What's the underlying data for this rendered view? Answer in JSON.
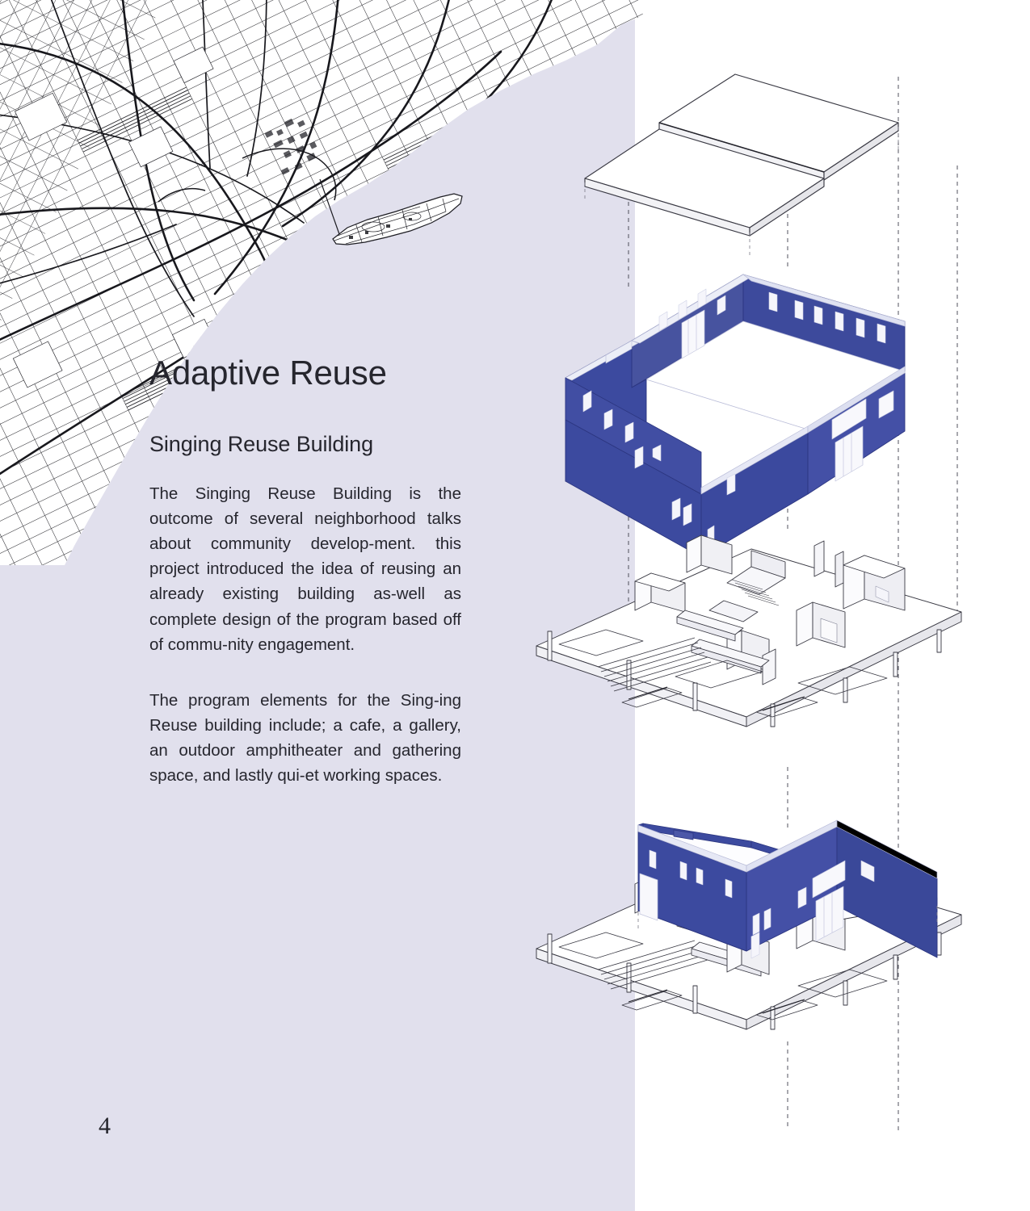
{
  "page": {
    "number": "4",
    "background_color": "#e1e0ed",
    "panel_color": "#ffffff"
  },
  "header": {
    "title": "Adaptive Reuse",
    "subtitle": "Singing Reuse Building"
  },
  "body": {
    "paragraph_1": "The Singing Reuse Building is the outcome of several neighborhood talks about community develop-ment. this project introduced the idea of reusing an already existing building as-well as complete design of the program based off of commu-nity engagement.",
    "paragraph_2": "The program elements for the Sing-ing Reuse building include; a cafe, a gallery, an outdoor amphitheater and gathering space, and lastly qui-et working spaces."
  },
  "figures": {
    "site_map": {
      "name": "site-context-map",
      "description": "Black and white street grid map with river shoreline and island"
    },
    "axonometric": {
      "name": "exploded-axonometric-diagram",
      "layers": [
        {
          "label": "roof-plane",
          "style": "outline"
        },
        {
          "label": "exterior-walls",
          "style": "solid-blue"
        },
        {
          "label": "interior-plan",
          "style": "outline"
        },
        {
          "label": "assembled-building",
          "style": "solid-blue-on-plan"
        }
      ]
    }
  },
  "colors": {
    "background": "#e1e0ed",
    "wall_blue": "#3c4a9f",
    "wall_blue_light": "#5560b4",
    "line": "#3a3a44",
    "text": "#26262e"
  }
}
